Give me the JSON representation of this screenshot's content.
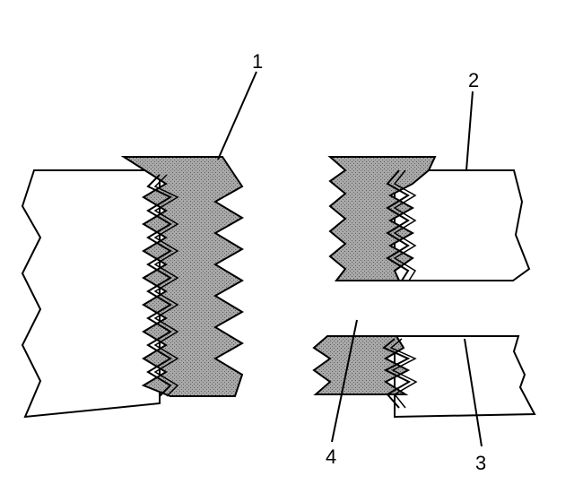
{
  "callouts": {
    "c1": {
      "label": "1"
    },
    "c2": {
      "label": "2"
    },
    "c3": {
      "label": "3"
    },
    "c4": {
      "label": "4"
    }
  },
  "colors": {
    "line": "#000000",
    "sealant": "#9e9e9e",
    "background": "#ffffff"
  }
}
